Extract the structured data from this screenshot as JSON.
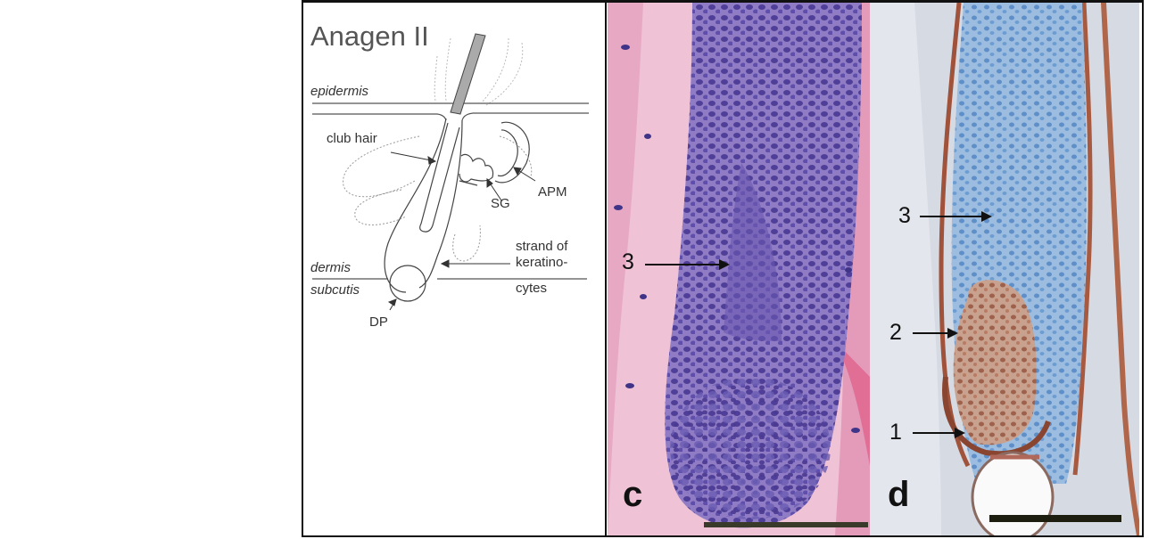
{
  "diagram": {
    "title": "Anagen II",
    "labels": {
      "epidermis": "epidermis",
      "club_hair": "club hair",
      "sg": "SG",
      "apm": "APM",
      "strand_line1": "strand of",
      "strand_line2": "keratino-",
      "strand_line3": "cytes",
      "dermis": "dermis",
      "subcutis": "subcutis",
      "dp": "DP"
    }
  },
  "panel_c": {
    "letter": "c",
    "arrow_labels": [
      "3"
    ],
    "colors": {
      "background": "#e8a9c4",
      "cells": "#5a4aa3",
      "scale_bar": "#3a3a2a"
    }
  },
  "panel_d": {
    "letter": "d",
    "arrow_labels": [
      "3",
      "2",
      "1"
    ],
    "colors": {
      "background": "#d9dde6",
      "cells": "#7ea3cf",
      "stain": "#a0523a",
      "scale_bar": "#1e1e10"
    }
  }
}
